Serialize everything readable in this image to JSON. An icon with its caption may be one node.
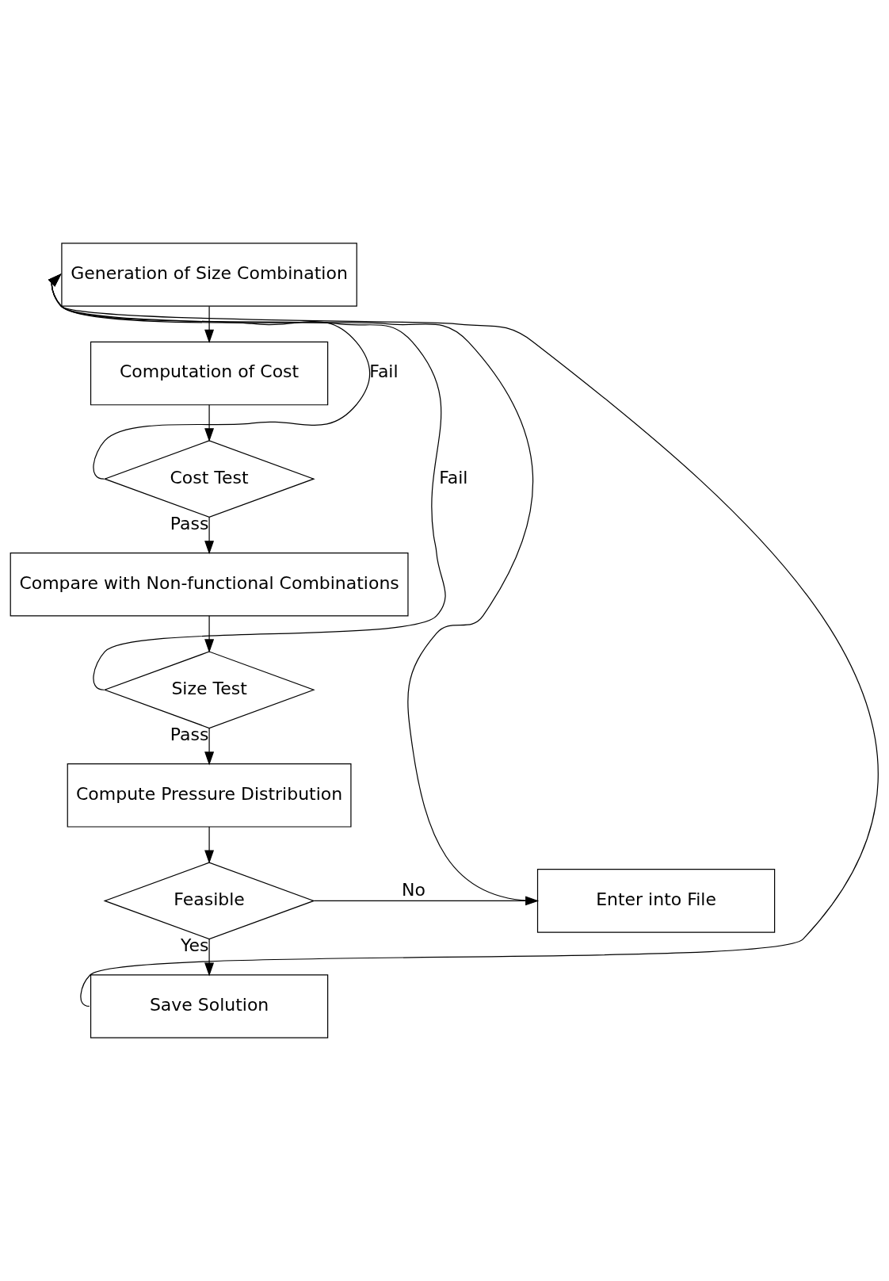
{
  "diagram": {
    "nodes": [
      {
        "text": [
          "Generation of Size Combination"
        ]
      },
      {
        "text": [
          "Computation of Cost"
        ]
      },
      {
        "text": [
          "Cost Test"
        ]
      },
      {
        "text": [
          "Compare with Non-functional Combinations"
        ]
      },
      {
        "text": [
          "Size Test"
        ]
      },
      {
        "text": [
          "Compute Pressure Distribution"
        ]
      },
      {
        "text": [
          "Feasible"
        ]
      },
      {
        "text": [
          "Enter into File"
        ]
      },
      {
        "text": [
          "Save Solution"
        ]
      }
    ],
    "edges": [
      {
        "from": 0,
        "to": 1,
        "arrow": "to"
      },
      {
        "from": 1,
        "to": 2,
        "arrow": "to"
      },
      {
        "from": 2,
        "to": 3,
        "arrow": "to",
        "label": "Pass"
      },
      {
        "from": 2,
        "to": 0,
        "arrow": "to",
        "label": "Fail"
      },
      {
        "from": 3,
        "to": 4,
        "arrow": "to"
      },
      {
        "from": 4,
        "to": 5,
        "arrow": "to",
        "label": "Pass"
      },
      {
        "from": 4,
        "to": 0,
        "arrow": "to",
        "label": "Fail"
      },
      {
        "from": 5,
        "to": 6,
        "arrow": "to"
      },
      {
        "from": 6,
        "to": 7,
        "arrow": "to",
        "label": "No"
      },
      {
        "from": 6,
        "to": 8,
        "arrow": "to",
        "label": "Yes"
      },
      {
        "from": 7,
        "to": 0,
        "arrow": "to"
      },
      {
        "from": 8,
        "to": 0,
        "arrow": "to"
      }
    ]
  }
}
